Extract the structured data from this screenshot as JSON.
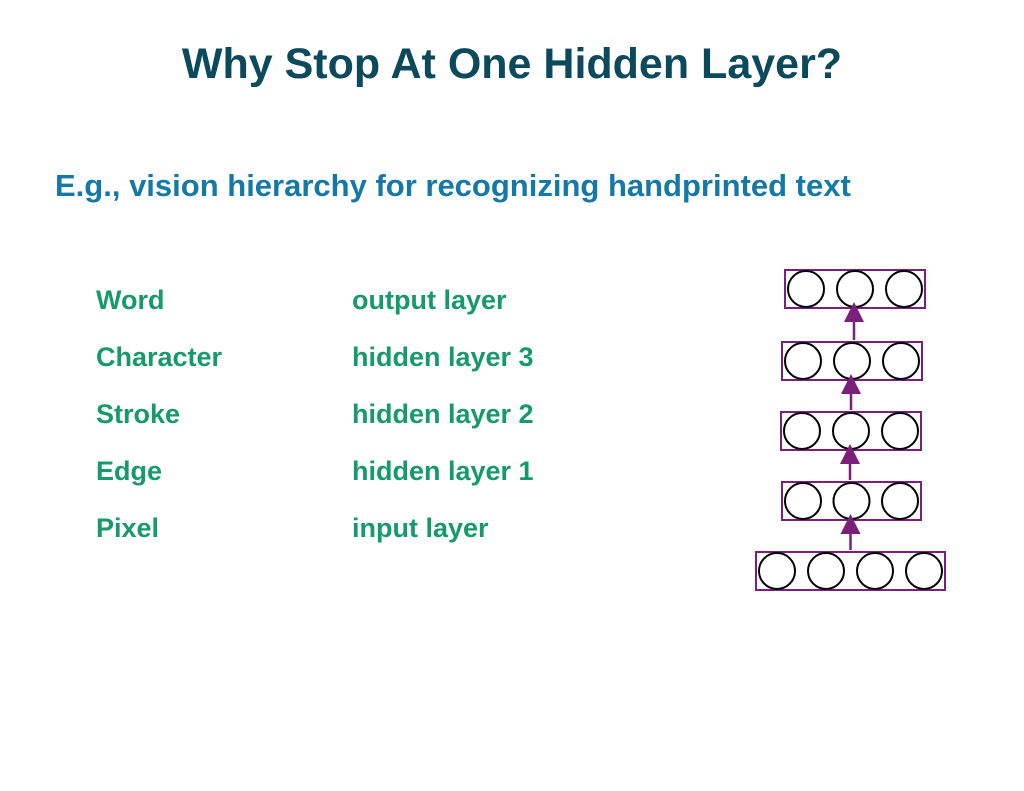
{
  "slide": {
    "title": "Why Stop At One Hidden Layer?",
    "subtitle": "E.g., vision hierarchy for recognizing handprinted text"
  },
  "hierarchy": [
    {
      "level": "Word",
      "layer": "output layer"
    },
    {
      "level": "Character",
      "layer": "hidden layer 3"
    },
    {
      "level": "Stroke",
      "layer": "hidden layer 2"
    },
    {
      "level": "Edge",
      "layer": "hidden layer 1"
    },
    {
      "level": "Pixel",
      "layer": "input layer"
    }
  ],
  "network": {
    "layer_units": [
      3,
      3,
      3,
      3,
      4
    ],
    "box_color": "#7a1f7a",
    "arrow_color": "#7a1f7a",
    "node_color": "#000000"
  }
}
